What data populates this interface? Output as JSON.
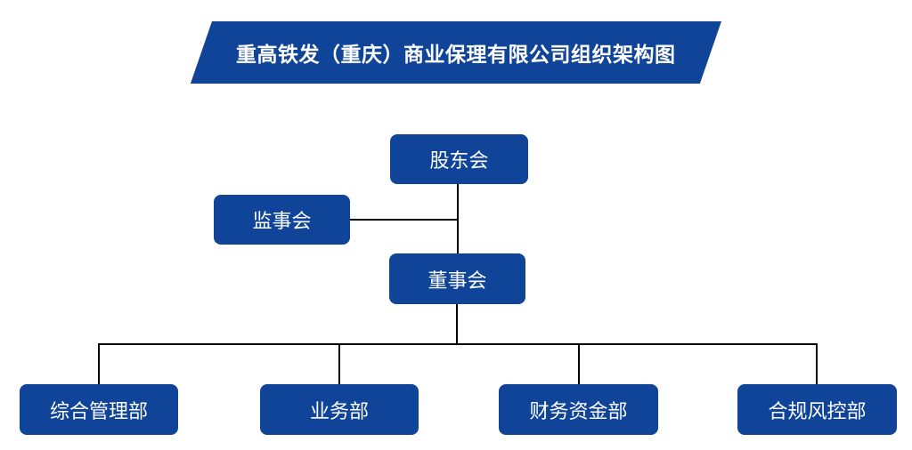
{
  "title": "重高铁发（重庆）商业保理有限公司组织架构图",
  "colors": {
    "primary": "#0F4499",
    "line": "#000000",
    "node_text": "#FFFFFF",
    "background": "#FFFFFF"
  },
  "nodes": {
    "shareholders": "股东会",
    "supervisory": "监事会",
    "board": "董事会",
    "departments": [
      "综合管理部",
      "业务部",
      "财务资金部",
      "合规风控部"
    ]
  },
  "structure": {
    "description": "股东会 at top; 监事会 branches left between 股东会 and 董事会; 董事会 reports to 股东会; four departments report to 董事会"
  }
}
